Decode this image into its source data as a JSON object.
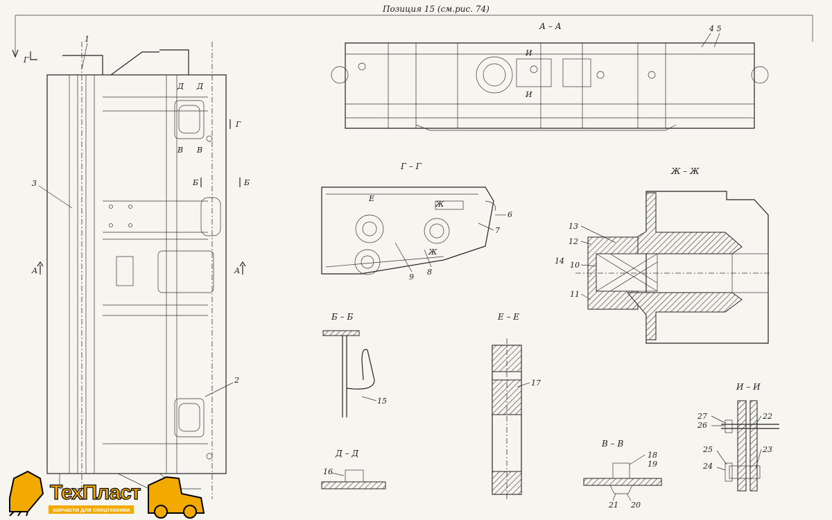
{
  "header": {
    "position_ref": "Позиция 15 (см.рис. 74)"
  },
  "sections": {
    "a_a": "А – А",
    "g_g": "Г – Г",
    "zh_zh": "Ж – Ж",
    "b_b": "Б – Б",
    "e_e": "Е – Е",
    "d_d": "Д – Д",
    "v_v": "В – В",
    "i_i": "И – И"
  },
  "cut_marks": {
    "g_left": "Г",
    "g_right": "Г",
    "a_left": "А",
    "a_right": "А",
    "b_left": "Б",
    "b_right": "Б",
    "d1": "Д",
    "d2": "Д",
    "v1": "В",
    "v2": "В",
    "e_mark": "Е",
    "zh_mark": "Ж",
    "zh_mark2": "Ж",
    "i_mark": "И",
    "i_mark2": "И"
  },
  "callouts": {
    "c1": "1",
    "c2": "2",
    "c3": "3",
    "c45": "4 5",
    "c6": "6",
    "c7": "7",
    "c8": "8",
    "c9": "9",
    "c10": "10",
    "c11": "11",
    "c12": "12",
    "c13": "13",
    "c14": "14",
    "c15": "15",
    "c16": "16",
    "c17": "17",
    "c18": "18",
    "c19": "19",
    "c20": "20",
    "c21": "21",
    "c22": "22",
    "c23": "23",
    "c24": "24",
    "c25": "25",
    "c26": "26",
    "c27": "27"
  },
  "logo": {
    "brand": "ТехПласт",
    "tagline": "запчасти для спецтехники",
    "brand_color": "#f2a900"
  }
}
